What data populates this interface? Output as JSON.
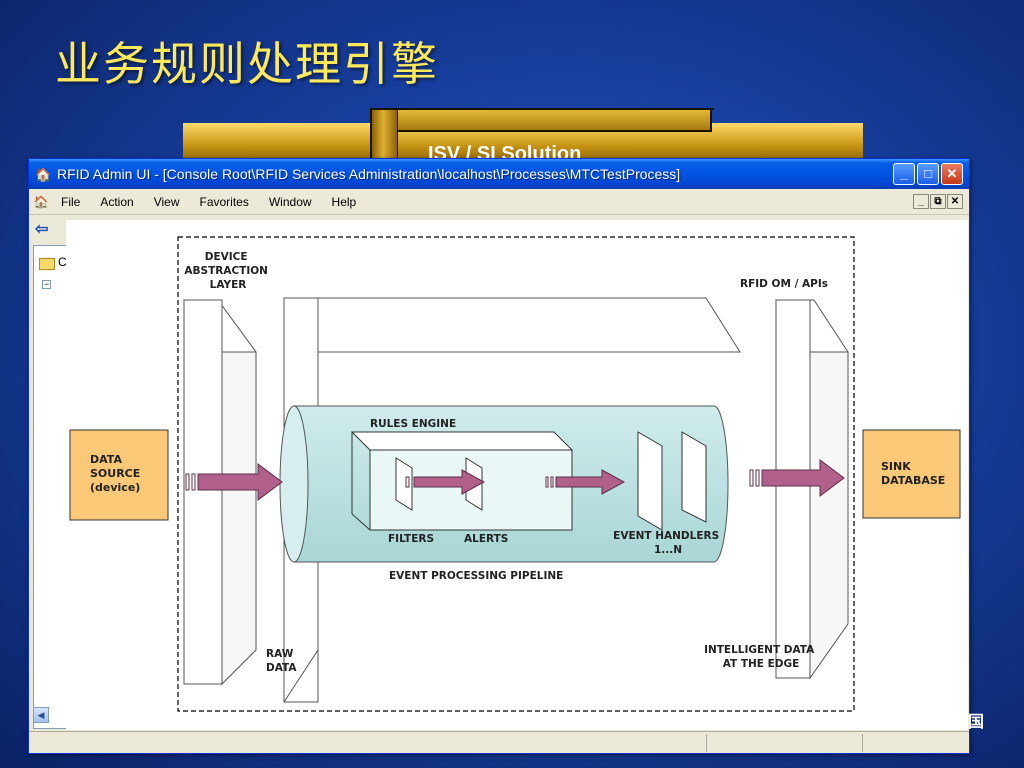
{
  "slide": {
    "title": "业务规则处理引擎",
    "isv_label": "ISV / SI Solution",
    "corner_text": "国"
  },
  "window": {
    "title": "RFID Admin UI - [Console Root\\RFID Services Administration\\localhost\\Processes\\MTCTestProcess]",
    "buttons": {
      "minimize": "_",
      "maximize": "□",
      "close": "✕"
    },
    "menu": [
      "File",
      "Action",
      "View",
      "Favorites",
      "Window",
      "Help"
    ],
    "mdi_buttons": [
      "_",
      "⧉",
      "✕"
    ],
    "tree_folder_label": "C",
    "tree_expander": "−",
    "scroll_left": "◀",
    "back_icon": "⇦",
    "app_icon": "🏠"
  },
  "colors": {
    "title_bar": "#0054e3",
    "slide_title": "#ffe85a",
    "box_fill": "#fbc877",
    "pipe_fill": "#bfe3e3",
    "arrow_fill": "#b0608a"
  },
  "diagram": {
    "device_layer": [
      "DEVICE",
      "ABSTRACTION",
      "LAYER"
    ],
    "rfid_om": "RFID OM / APIs",
    "data_source": [
      "DATA",
      "SOURCE",
      "(device)"
    ],
    "sink": [
      "SINK",
      "DATABASE"
    ],
    "rules_engine": "RULES ENGINE",
    "filters": "FILTERS",
    "alerts": "ALERTS",
    "event_handlers": [
      "EVENT HANDLERS",
      "1...N"
    ],
    "pipeline": "EVENT PROCESSING PIPELINE",
    "raw_data": [
      "RAW",
      "DATA"
    ],
    "intelligent": [
      "INTELLIGENT DATA",
      "AT THE EDGE"
    ]
  }
}
